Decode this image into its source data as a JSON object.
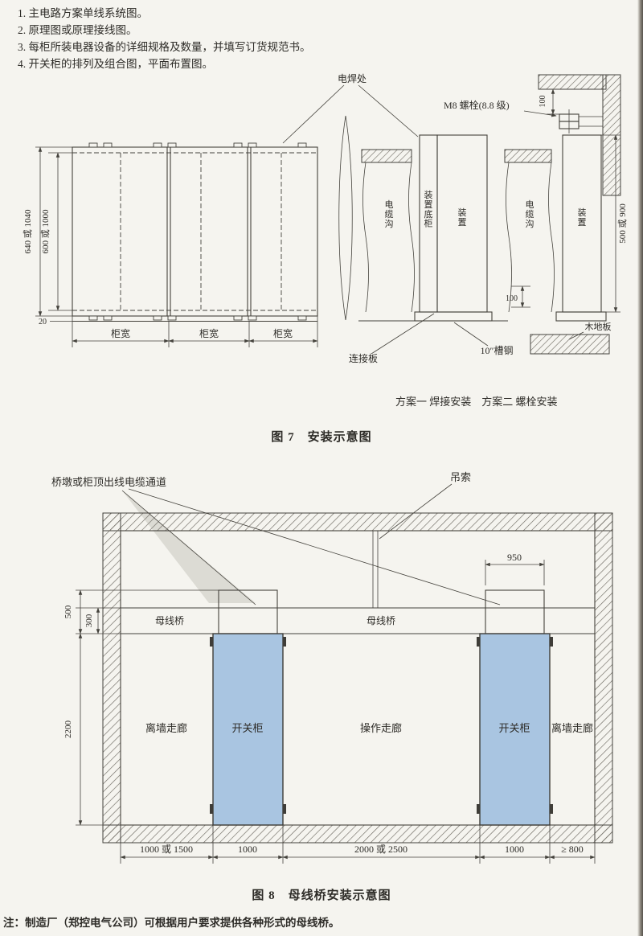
{
  "page": {
    "bg": "#f5f4ef",
    "ink": "#2e2c28",
    "line": "#44423c",
    "list": [
      "1. 主电路方案单线系统图。",
      "2. 原理图或原理接线图。",
      "3. 每柜所装电器设备的详细规格及数量，并填写订货规范书。",
      "4. 开关柜的排列及组合图，平面布置图。"
    ],
    "note": "注：制造厂（郑控电气公司）可根据用户要求提供各种形式的母线桥。"
  },
  "fig7": {
    "caption": "图 7　安装示意图",
    "schemes_caption": "方案一 焊接安装　方案二 螺栓安装",
    "labels": {
      "weld_point": "电焊处",
      "m8_bolt": "M8 螺栓(8.8 级)",
      "cable_trench": "电缆沟",
      "device_base_cabinet": "装置底柜",
      "device": "装置",
      "connection_plate": "连接板",
      "channel_steel": "10″槽钢",
      "wood_floor": "木地板"
    },
    "dims": {
      "depth_outer": "640 或 1040",
      "depth_inner": "600 或 1000",
      "base_height": "20",
      "cabinet_width": "柜宽",
      "top_offset": "100",
      "bottom_offset": "100",
      "right_height": "500 或 900"
    }
  },
  "fig8": {
    "caption": "图 8　母线桥安装示意图",
    "cabinet_fill": "#a9c5e1",
    "labels": {
      "cable_channel": "桥墩或柜顶出线电缆通道",
      "sling": "吊索",
      "busbar_bridge": "母线桥",
      "wall_corridor": "离墙走廊",
      "switch_cabinet": "开关柜",
      "operation_corridor": "操作走廊"
    },
    "dims": {
      "pier_width": "950",
      "bridge_zone": "500",
      "bridge_height": "300",
      "room_height": "2200",
      "bottom": [
        "1000 或 1500",
        "1000",
        "2000 或 2500",
        "1000",
        "≥ 800"
      ]
    }
  }
}
